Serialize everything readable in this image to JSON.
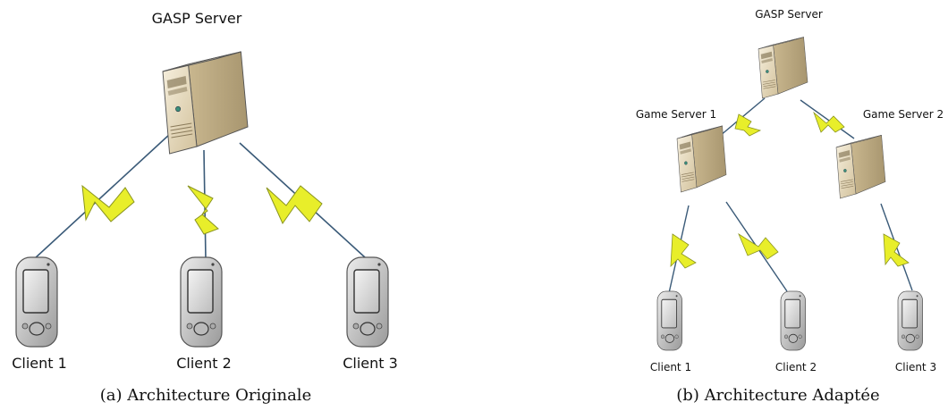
{
  "panel_a": {
    "server_label": "GASP Server",
    "clients": [
      "Client 1",
      "Client 2",
      "Client 3"
    ],
    "caption": "(a) Architecture Originale"
  },
  "panel_b": {
    "server_label": "GASP Server",
    "game_servers": [
      "Game Server 1",
      "Game Server 2"
    ],
    "clients": [
      "Client 1",
      "Client 2",
      "Client 3"
    ],
    "caption": "(b) Architecture Adaptée"
  },
  "colors": {
    "bolt_fill": "#e8ee2a",
    "bolt_stroke": "#8a9420",
    "link_line": "#3a5a78",
    "server_body": "#e9dcc0",
    "server_side": "#bfae8a",
    "phone_body": "#c8c8c8"
  }
}
